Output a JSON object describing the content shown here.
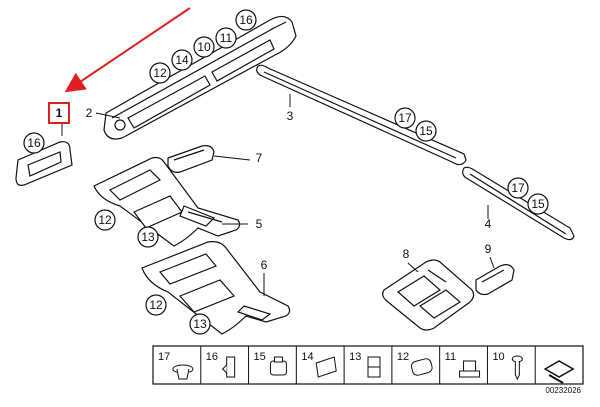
{
  "diagram": {
    "highlight_color": "#e02020",
    "highlighted_part": "1",
    "drawing_number": "00232026",
    "callouts": [
      {
        "label": "16",
        "kind": "circle"
      },
      {
        "label": "11",
        "kind": "circle"
      },
      {
        "label": "10",
        "kind": "circle"
      },
      {
        "label": "14",
        "kind": "circle"
      },
      {
        "label": "12",
        "kind": "circle"
      },
      {
        "label": "16",
        "kind": "circle"
      },
      {
        "label": "17",
        "kind": "circle"
      },
      {
        "label": "15",
        "kind": "circle"
      },
      {
        "label": "17",
        "kind": "circle"
      },
      {
        "label": "15",
        "kind": "circle"
      },
      {
        "label": "12",
        "kind": "circle"
      },
      {
        "label": "13",
        "kind": "circle"
      },
      {
        "label": "12",
        "kind": "circle"
      },
      {
        "label": "13",
        "kind": "circle"
      },
      {
        "label": "1",
        "kind": "highlight-box"
      },
      {
        "label": "2",
        "kind": "plain"
      },
      {
        "label": "3",
        "kind": "plain"
      },
      {
        "label": "4",
        "kind": "plain"
      },
      {
        "label": "5",
        "kind": "plain"
      },
      {
        "label": "6",
        "kind": "plain"
      },
      {
        "label": "7",
        "kind": "plain"
      },
      {
        "label": "8",
        "kind": "plain"
      },
      {
        "label": "9",
        "kind": "plain"
      }
    ],
    "legend": [
      {
        "label": "17",
        "icon": "expanding-rivet-icon"
      },
      {
        "label": "16",
        "icon": "bracket-clip-icon"
      },
      {
        "label": "15",
        "icon": "square-clip-icon"
      },
      {
        "label": "14",
        "icon": "sheet-clip-icon"
      },
      {
        "label": "13",
        "icon": "spring-clip-icon"
      },
      {
        "label": "12",
        "icon": "foam-pad-icon"
      },
      {
        "label": "11",
        "icon": "retaining-clip-icon"
      },
      {
        "label": "10",
        "icon": "screw-icon"
      },
      {
        "label": "",
        "icon": "adhesive-strip-icon"
      }
    ]
  }
}
